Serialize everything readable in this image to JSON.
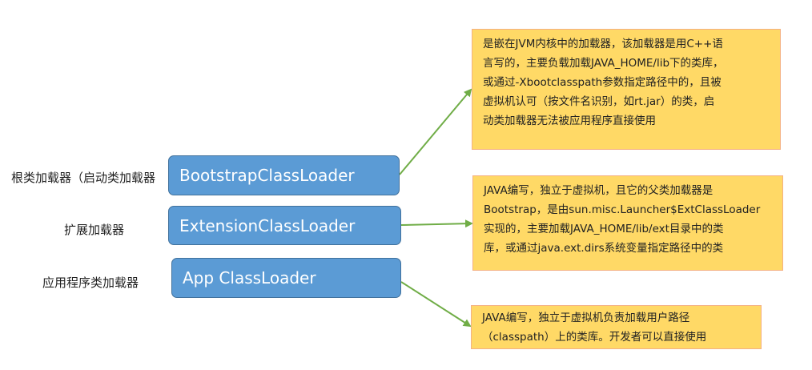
{
  "colors": {
    "loader_fill": "#5b9bd5",
    "loader_border": "#41719c",
    "note_fill": "#ffd966",
    "note_border": "#f4b183",
    "arrow": "#70ad47"
  },
  "labels": {
    "bootstrap": "根类加载器（启动类加载器",
    "extension": "扩展加载器",
    "app": "应用程序类加载器"
  },
  "loaders": {
    "bootstrap": "BootstrapClassLoader",
    "extension": "ExtensionClassLoader",
    "app": "App ClassLoader"
  },
  "notes": {
    "bootstrap": [
      "是嵌在JVM内核中的加载器，该加载器是用C++语",
      "言写的，主要负载加载JAVA_HOME/lib下的类库，",
      "或通过-Xbootclasspath参数指定路径中的，且被",
      "虚拟机认可（按文件名识别，如rt.jar）的类，启",
      "动类加载器无法被应用程序直接使用"
    ],
    "extension": [
      "JAVA编写，独立于虚拟机，且它的父类加载器是",
      "Bootstrap，是由sun.misc.Launcher$ExtClassLoader",
      "实现的，主要加载JAVA_HOME/lib/ext目录中的类",
      "库，或通过java.ext.dirs系统变量指定路径中的类"
    ],
    "app": [
      "JAVA编写，独立于虚拟机负责加载用户路径",
      "（classpath）上的类库。开发者可以直接使用"
    ]
  }
}
